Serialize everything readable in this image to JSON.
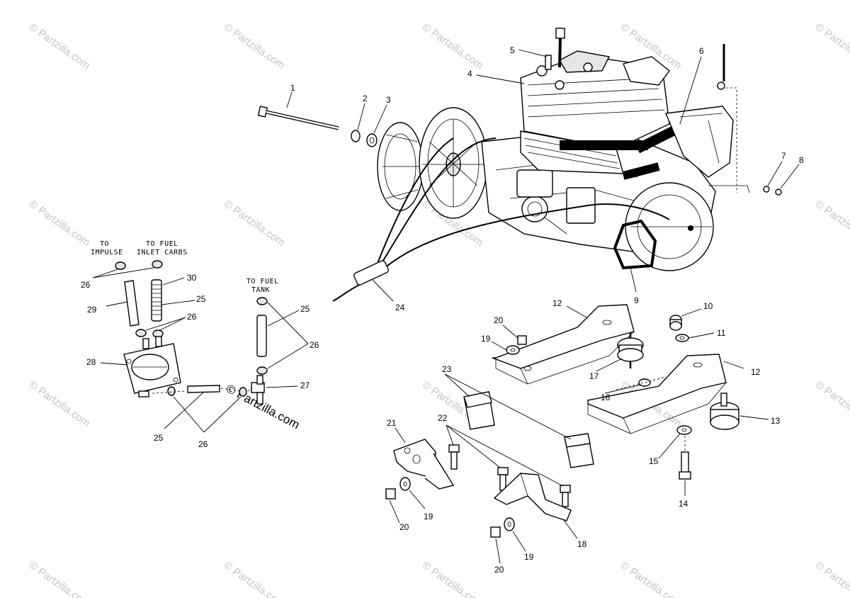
{
  "watermark": {
    "text": "© Partzilla.com",
    "copyright_text": "© Partzilla.com"
  },
  "notes": {
    "to_impulse_1": "TO",
    "to_impulse_2": "IMPULSE",
    "to_fuel_inlet_1": "TO FUEL",
    "to_fuel_inlet_2": "INLET CARBS",
    "to_fuel_tank_1": "TO FUEL",
    "to_fuel_tank_2": "TANK"
  },
  "callouts": {
    "c1": "1",
    "c2": "2",
    "c3": "3",
    "c4": "4",
    "c5": "5",
    "c6": "6",
    "c7": "7",
    "c8": "8",
    "c9": "9",
    "c10": "10",
    "c11": "11",
    "c12a": "12",
    "c12b": "12",
    "c13": "13",
    "c14": "14",
    "c15": "15",
    "c16": "16",
    "c17": "17",
    "c18": "18",
    "c19a": "19",
    "c19b": "19",
    "c19c": "19",
    "c20a": "20",
    "c20b": "20",
    "c20c": "20",
    "c21": "21",
    "c22": "22",
    "c23": "23",
    "c24": "24",
    "c25a": "25",
    "c25b": "25",
    "c25c": "25",
    "c26a": "26",
    "c26b": "26",
    "c26c": "26",
    "c26d": "26",
    "c27": "27",
    "c28": "28",
    "c29": "29",
    "c30": "30"
  }
}
